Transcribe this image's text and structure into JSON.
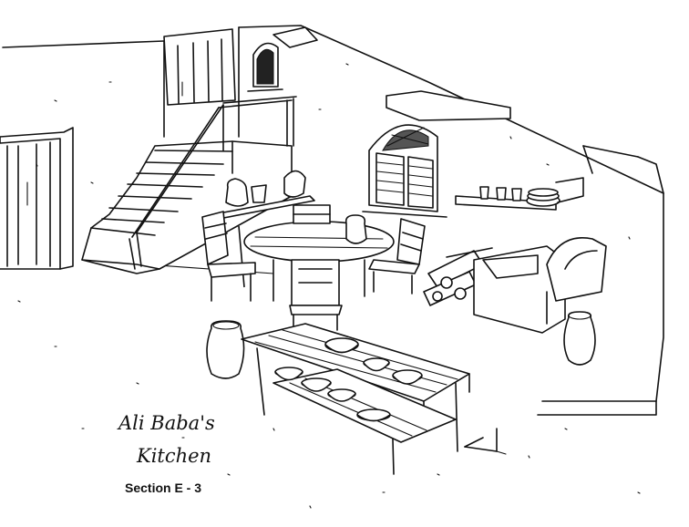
{
  "caption": {
    "title_line_1": "Ali Baba's",
    "title_line_2": "Kitchen",
    "section": "Section E - 3"
  }
}
